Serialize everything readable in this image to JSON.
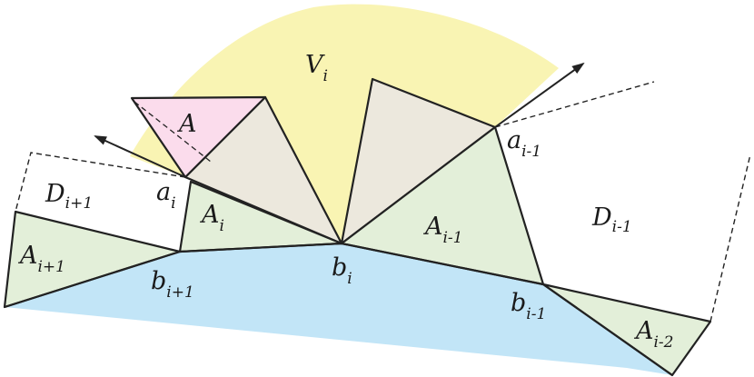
{
  "labels": {
    "V": {
      "base": "V",
      "sub": "i"
    },
    "A": {
      "base": "A",
      "sub": ""
    },
    "D_next": {
      "base": "D",
      "sub": "i+1"
    },
    "D_prev": {
      "base": "D",
      "sub": "i-1"
    },
    "a_i": {
      "base": "a",
      "sub": "i"
    },
    "a_prev": {
      "base": "a",
      "sub": "i-1"
    },
    "A_i": {
      "base": "A",
      "sub": "i"
    },
    "A_prev": {
      "base": "A",
      "sub": "i-1"
    },
    "A_next": {
      "base": "A",
      "sub": "i+1"
    },
    "A_prev2": {
      "base": "A",
      "sub": "i-2"
    },
    "b_i": {
      "base": "b",
      "sub": "i"
    },
    "b_next": {
      "base": "b",
      "sub": "i+1"
    },
    "b_prev": {
      "base": "b",
      "sub": "i-1"
    }
  },
  "colors": {
    "yellow_region": "#f9f4b3",
    "blue_region": "#c2e5f7",
    "green_triangle": "#e3efd9",
    "beige_triangle": "#ece8dd",
    "pink_triangle": "#fbdcec",
    "stroke": "#222222"
  }
}
